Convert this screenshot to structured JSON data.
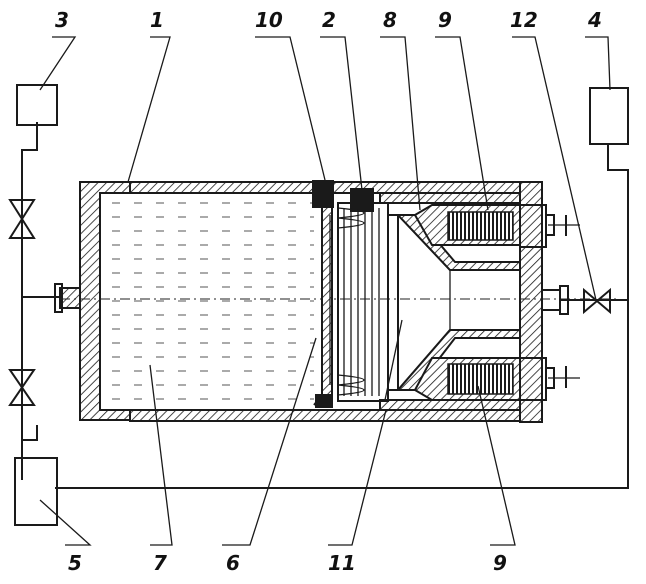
{
  "callouts": {
    "n1": "1",
    "n2": "2",
    "n3": "3",
    "n4": "4",
    "n5": "5",
    "n6": "6",
    "n7": "7",
    "n8": "8",
    "n9_top": "9",
    "n9_bottom": "9",
    "n10": "10",
    "n11": "11",
    "n12": "12"
  }
}
